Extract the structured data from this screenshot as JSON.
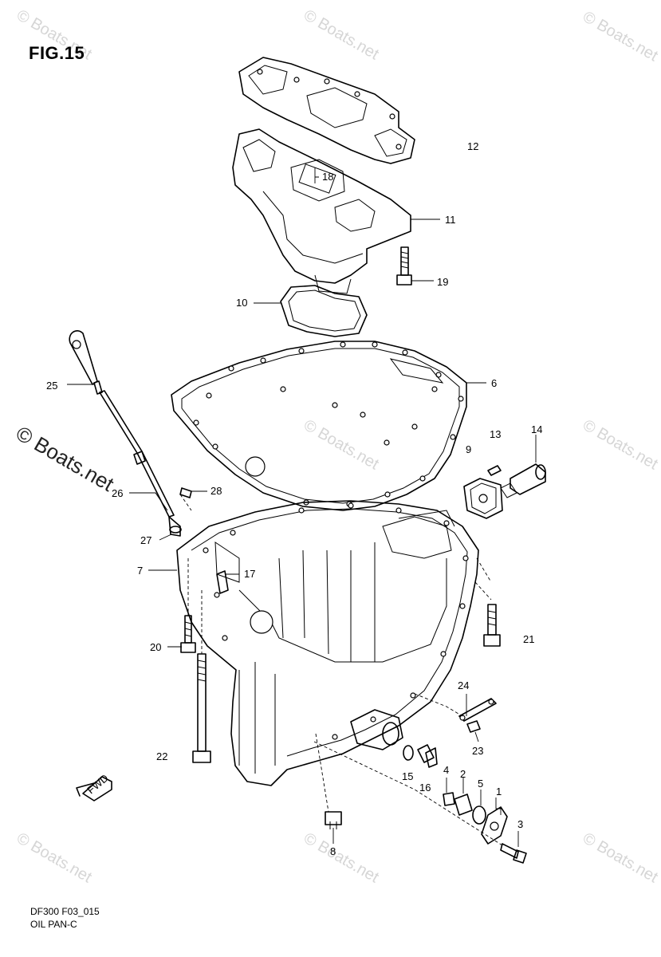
{
  "figure": {
    "title": "FIG.15",
    "footer_code": "DF300 F03_015",
    "footer_name": "OIL PAN-C"
  },
  "watermark": {
    "text": "© Boats.net"
  },
  "callouts": {
    "c1": "1",
    "c2": "2",
    "c3": "3",
    "c4": "4",
    "c5": "5",
    "c6": "6",
    "c7": "7",
    "c8": "8",
    "c9": "9",
    "c10": "10",
    "c11": "11",
    "c12": "12",
    "c13": "13",
    "c14": "14",
    "c15": "15",
    "c16": "16",
    "c17": "17",
    "c18": "18",
    "c19": "19",
    "c20": "20",
    "c21": "21",
    "c22": "22",
    "c23": "23",
    "c24": "24",
    "c25": "25",
    "c26": "26",
    "c27": "27",
    "c28": "28"
  },
  "fwd_label": "FWD"
}
